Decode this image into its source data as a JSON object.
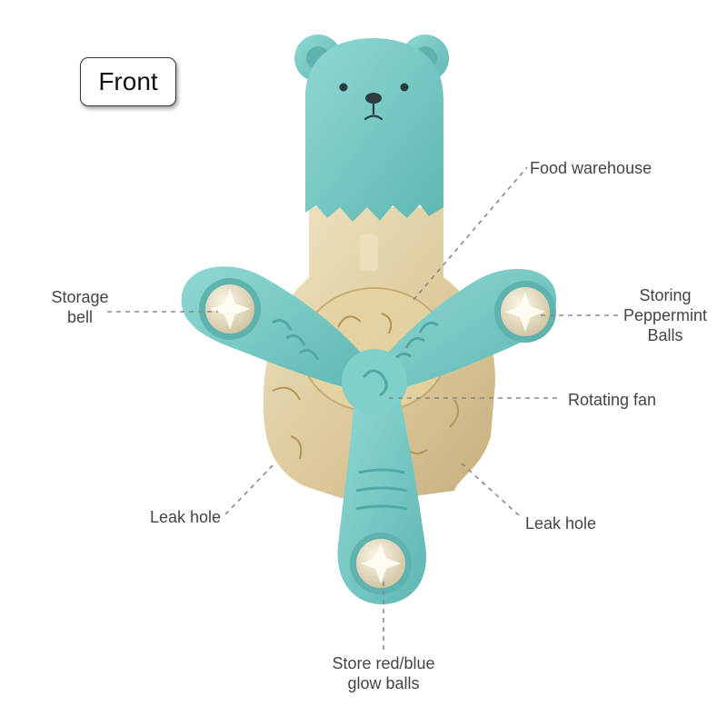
{
  "view_label": "Front",
  "callouts": {
    "food_warehouse": "Food warehouse",
    "storage_bell": "Storage\nbell",
    "storing_peppermint": "Storing\nPeppermint\nBalls",
    "rotating_fan": "Rotating fan",
    "leak_hole_left": "Leak hole",
    "leak_hole_right": "Leak hole",
    "store_glow_balls": "Store red/blue\nglow balls"
  },
  "colors": {
    "teal": "#73c8c4",
    "teal_dark": "#4fa9a5",
    "amber_body": "#d9c28c",
    "leader_line": "#888888"
  }
}
